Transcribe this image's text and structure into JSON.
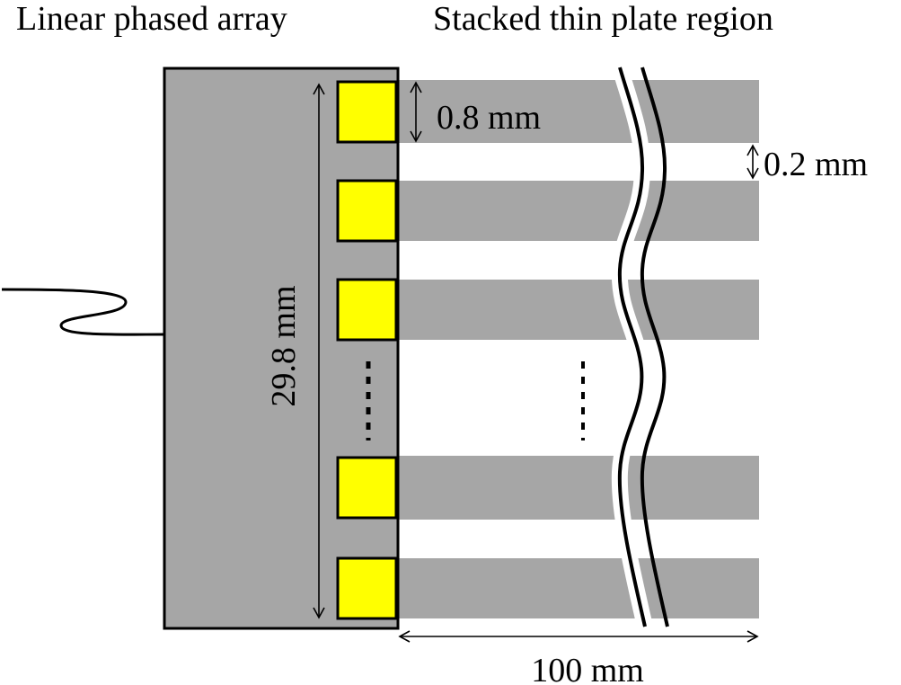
{
  "titles": {
    "left": "Linear phased array",
    "right": "Stacked thin plate region"
  },
  "dimensions": {
    "element_height": "0.8 mm",
    "plate_gap": "0.2 mm",
    "array_length": "29.8 mm",
    "plate_length": "100 mm"
  },
  "colors": {
    "housing": "#a6a6a6",
    "plate": "#a6a6a6",
    "element": "#ffff00",
    "outline": "#000000"
  },
  "array": {
    "visible_elements": 5,
    "ellipsis": "vertical-dots"
  },
  "plates": {
    "visible_plates": 5,
    "ellipsis": "vertical-dots"
  }
}
